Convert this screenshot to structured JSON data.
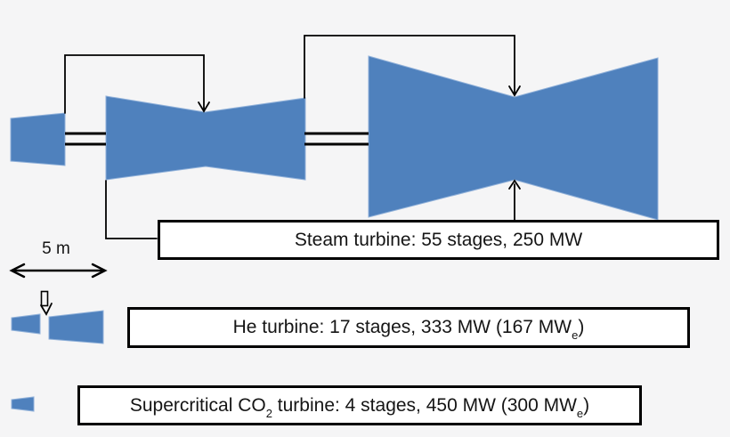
{
  "title_implicit": "Turbine size comparison diagram",
  "colors": {
    "turbine_fill": "#4f81bd",
    "turbine_edge": "#8fb0d9",
    "connector_line": "#000000",
    "caption_box_bg": "#ffffff",
    "caption_box_border": "#000000",
    "background": "#f5f5f6"
  },
  "scale_bar": {
    "label": "5 m"
  },
  "turbines": [
    {
      "name": "Steam turbine",
      "stages": 55,
      "power_thermal": "250 MW",
      "power_electric": null
    },
    {
      "name": "He turbine",
      "stages": 17,
      "power_thermal": "333 MW",
      "power_electric": "167 MWe"
    },
    {
      "name": "Supercritical CO2 turbine",
      "stages": 4,
      "power_thermal": "450 MW",
      "power_electric": "300 MWe"
    }
  ],
  "labels": {
    "steam": {
      "text": "Steam turbine: 55 stages, 250 MW"
    },
    "he": {
      "pre": "He turbine: 17 stages, 333 MW (167 MW",
      "sub": "e",
      "post": ")"
    },
    "co2": {
      "pre": "Supercritical CO",
      "sub_2": "2",
      "mid": " turbine: 4 stages, 450 MW (300 MW",
      "sub_e": "e",
      "post": ")"
    }
  }
}
